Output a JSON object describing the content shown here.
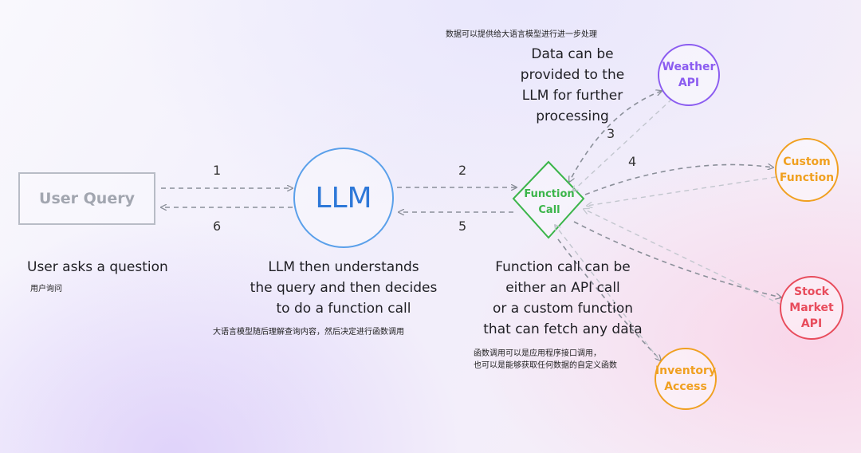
{
  "user_query": {
    "label": "User Query",
    "caption_en": "User asks a question",
    "caption_cn": "用户询问"
  },
  "llm": {
    "label": "LLM",
    "caption_en_lines": [
      "LLM then understands",
      "the query and then decides",
      "to do a function call"
    ],
    "caption_cn": "大语言模型随后理解查询内容，然后决定进行函数调用"
  },
  "function_call": {
    "label_lines": [
      "Function",
      "Call"
    ],
    "caption_en_lines": [
      "Function call can be",
      "either an API call",
      "or a custom function",
      "that can fetch any data"
    ],
    "caption_cn_lines": [
      "函数调用可以是应用程序接口调用，",
      "也可以是能够获取任何数据的自定义函数"
    ]
  },
  "data_note": {
    "caption_cn": "数据可以提供给大语言模型进行进一步处理",
    "caption_en_lines": [
      "Data can be",
      "provided to the",
      "LLM for further",
      "processing"
    ]
  },
  "targets": {
    "weather": {
      "lines": [
        "Weather",
        "API"
      ],
      "color": "#8b5cf0"
    },
    "custom": {
      "lines": [
        "Custom",
        "Function"
      ],
      "color": "#f0a020"
    },
    "stock": {
      "lines": [
        "Stock",
        "Market",
        "API"
      ],
      "color": "#e84c5c"
    },
    "inventory": {
      "lines": [
        "Inventory",
        "Access"
      ],
      "color": "#f0a020"
    }
  },
  "step_numbers": {
    "s1": "1",
    "s2": "2",
    "s3": "3",
    "s4": "4",
    "s5": "5",
    "s6": "6"
  },
  "colors": {
    "llm": "#2e78d8",
    "function_call": "#3bb54a",
    "user_query_border": "#b8bcc6"
  }
}
